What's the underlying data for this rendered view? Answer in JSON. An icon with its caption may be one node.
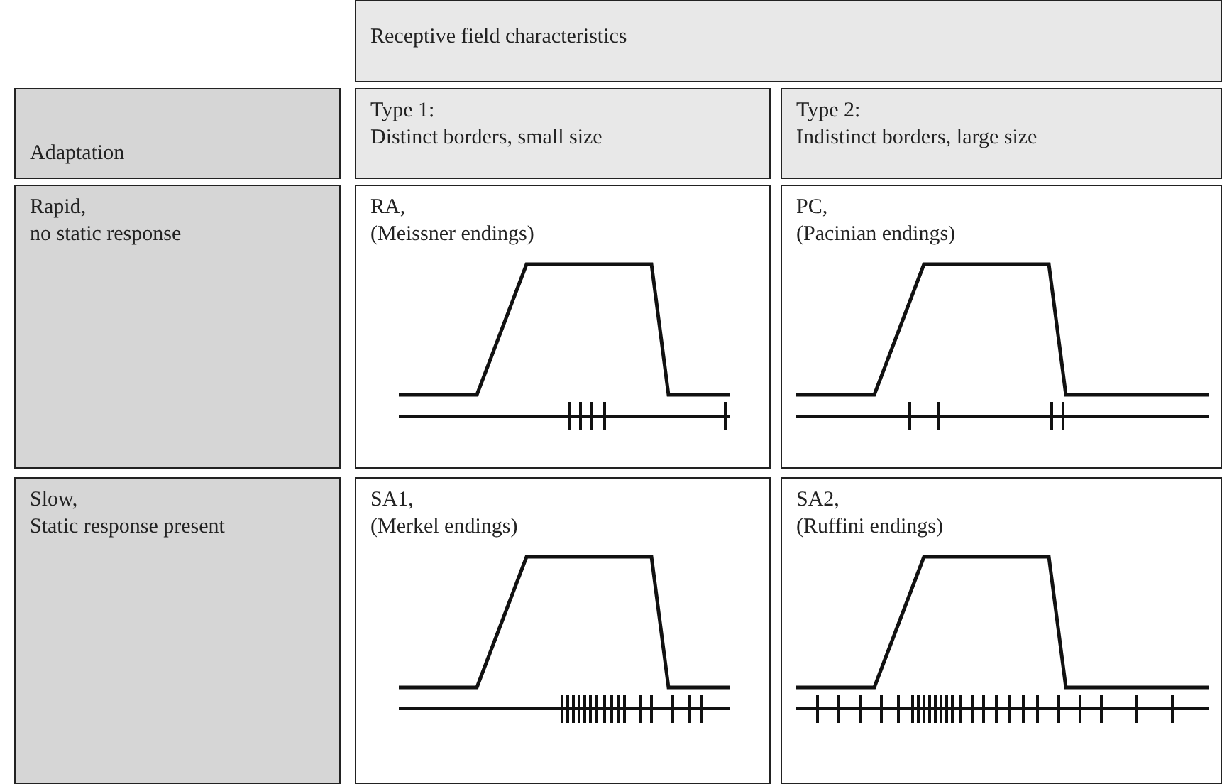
{
  "diagram": {
    "labels": [
      "Receptive field characteristics",
      "Adaptation",
      "Type 1: Distinct borders, small size",
      "Type 2: Indistinct borders, large size",
      "Rapid, no static response",
      "RA, (Meissner endings)",
      "PC, (Pacinian endings)",
      "Slow, Static response present",
      "SA1, (Merkel endings)",
      "SA2, (Ruffini endings)"
    ]
  }
}
